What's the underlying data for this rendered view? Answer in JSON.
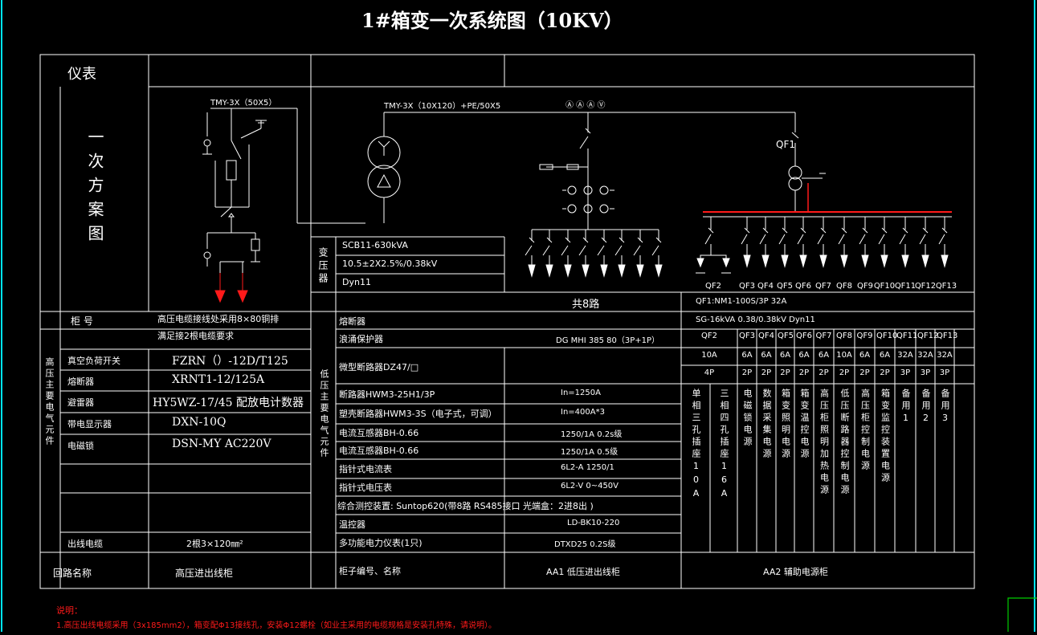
{
  "title": "1#箱变一次系统图（10KV）",
  "colors": {
    "background": "#000000",
    "line": "#ffffff",
    "red": "#ff1a1a",
    "green": "#00cc00",
    "cyan": "#00e5ff"
  },
  "left_panel": {
    "meter_header": "仪表",
    "scheme_label": "一次方案图",
    "cabinet_no_label": "柜  号",
    "cabinet_no_note_1": "高压电缆接线处采用8×80铜排",
    "cabinet_no_note_2": "满足接2根电缆要求",
    "main_elements_label": "高压主要电气元件",
    "rows": [
      {
        "name": "真空负荷开关",
        "value": "FZRN（）-12D/T125"
      },
      {
        "name": "熔断器",
        "value": "XRNT1-12/125A"
      },
      {
        "name": "避雷器",
        "value": "HY5WZ-17/45 配放电计数器"
      },
      {
        "name": "带电显示器",
        "value": "DXN-10Q"
      },
      {
        "name": "电磁锁",
        "value": "DSN-MY  AC220V"
      }
    ],
    "cable_label": "出线电缆",
    "cable_value": "2根3×120㎜²",
    "circuit_name_label": "回路名称",
    "circuit_name_value": "高压进出线柜"
  },
  "diagram_labels": {
    "busbar_hv": "TMY-3X（50X5）",
    "busbar_lv": "TMY-3X（10X120）+PE/50X5",
    "ammeters": "Ⓐ Ⓐ Ⓐ Ⓥ",
    "qf1": "QF1",
    "qf_labels": [
      "QF2",
      "QF3",
      "QF4",
      "QF5",
      "QF6",
      "QF7",
      "QF8",
      "QF9",
      "QF10",
      "QF11",
      "QF12",
      "QF13"
    ]
  },
  "transformer": {
    "label": "变压器",
    "model": "SCB11-630kVA",
    "ratio": "10.5±2X2.5%/0.38kV",
    "vector": "Dyn11"
  },
  "lv_panel": {
    "circuits_total": "共8路",
    "qf1_spec": "QF1:NM1-100S/3P  32A",
    "fuse_label": "熔断器",
    "aux_transformer": "SG-16kVA 0.38/0.38kV Dyn11",
    "surge_label": "浪涌保护器",
    "surge_value": "DG MHI 385 80（3P+1P）",
    "mcb_label": "微型断路器DZ47/□",
    "elements_label": "低压主要电气元件",
    "qf_columns": [
      "QF2",
      "QF3",
      "QF4",
      "QF5",
      "QF6",
      "QF7",
      "QF8",
      "QF9",
      "QF10",
      "QF11",
      "QF12",
      "QF13"
    ],
    "qf_currents": [
      "10A",
      "6A",
      "6A",
      "6A",
      "6A",
      "6A",
      "10A",
      "6A",
      "6A",
      "32A",
      "32A",
      "32A"
    ],
    "qf_poles": [
      "4P",
      "2P",
      "2P",
      "2P",
      "2P",
      "2P",
      "2P",
      "2P",
      "2P",
      "3P",
      "3P",
      "3P"
    ],
    "qf_uses": [
      "单相三孔插座10A",
      "三相四孔插座16A",
      "电磁锁电源",
      "数据采集电源",
      "箱变照明电源",
      "箱变温控电源",
      "高压柜照明加热电源",
      "低压断路器控制电源",
      "高压柜控制电源",
      "箱变监控装置电源",
      "备用1",
      "备用2",
      "备用3"
    ],
    "rows": [
      {
        "name": "断路器HWM3-25H1/3P",
        "value": "In=1250A"
      },
      {
        "name": "塑壳断路器HWM3-3S（电子式，可调）",
        "value": "In=400A*3"
      },
      {
        "name": "电流互感器BH-0.66",
        "value": "1250/1A 0.2s级"
      },
      {
        "name": "电流互感器BH-0.66",
        "value": "1250/1A 0.5级"
      },
      {
        "name": "指针式电流表",
        "value": "6L2-A  1250/1"
      },
      {
        "name": "指针式电压表",
        "value": "6L2-V  0~450V"
      }
    ],
    "monitor_row": "综合测控装置:     Suntop620(带8路 RS485接口  光端盒：2进8出  )",
    "temp_label": "温控器",
    "temp_value": "LD-BK10-220",
    "multimeter_label": "多功能电力仪表(1只)",
    "multimeter_value": "DTXD25  0.2S级",
    "cabinet_label": "柜子编号、名称",
    "aa1": "AA1   低压进出线柜",
    "aa2": "AA2  辅助电源柜"
  },
  "notes": {
    "title": "说明：",
    "line1": "1.高压出线电缆采用（3x185mm2），箱变配Φ13接线孔，安装Φ12螺栓（如业主采用的电缆规格是安装孔特殊，请说明）。"
  }
}
